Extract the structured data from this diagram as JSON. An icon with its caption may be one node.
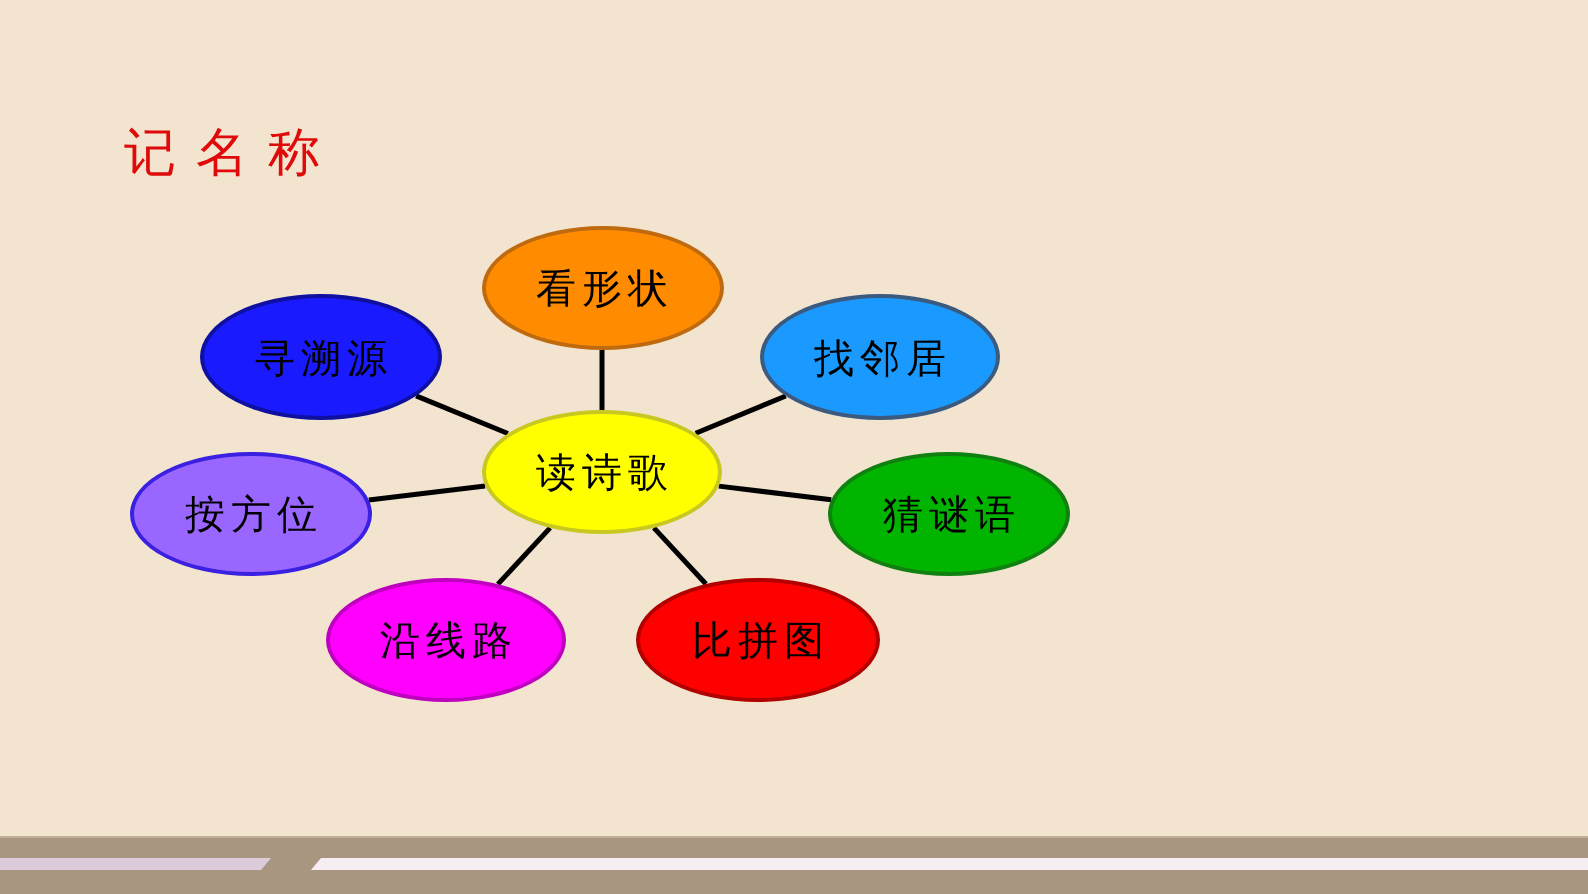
{
  "diagram": {
    "title": "记名称",
    "nodes": [
      {
        "text": [
          "看形状"
        ]
      },
      {
        "text": [
          "寻溯源"
        ]
      },
      {
        "text": [
          "找邻居"
        ]
      },
      {
        "text": [
          "读诗歌"
        ]
      },
      {
        "text": [
          "按方位"
        ]
      },
      {
        "text": [
          "猜谜语"
        ]
      },
      {
        "text": [
          "沿线路"
        ]
      },
      {
        "text": [
          "比拼图"
        ]
      }
    ],
    "edges": [
      {
        "from": 3,
        "to": 0,
        "arrow": "none"
      },
      {
        "from": 3,
        "to": 1,
        "arrow": "none"
      },
      {
        "from": 3,
        "to": 2,
        "arrow": "none"
      },
      {
        "from": 3,
        "to": 4,
        "arrow": "none"
      },
      {
        "from": 3,
        "to": 5,
        "arrow": "none"
      },
      {
        "from": 3,
        "to": 6,
        "arrow": "none"
      },
      {
        "from": 3,
        "to": 7,
        "arrow": "none"
      }
    ]
  }
}
